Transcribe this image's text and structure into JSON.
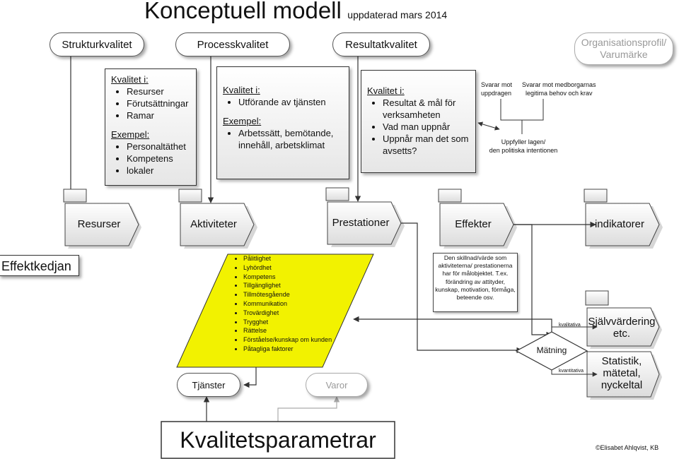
{
  "title": {
    "main": "Konceptuell modell",
    "sub": "uppdaterad mars 2014"
  },
  "top_pills": [
    {
      "label": "Strukturkvalitet"
    },
    {
      "label": "Processkvalitet"
    },
    {
      "label": "Resultatkvalitet"
    },
    {
      "label": "Organisationsprofil/\nVarumärke"
    }
  ],
  "box_struktur": {
    "heading": "Kvalitet i:",
    "items": [
      "Resurser",
      "Förutsättningar",
      "Ramar"
    ],
    "example_heading": "Exempel:",
    "examples": [
      "Personaltäthet",
      "Kompetens",
      "lokaler"
    ]
  },
  "box_process": {
    "heading": "Kvalitet i:",
    "items": [
      "Utförande av tjänsten"
    ],
    "example_heading": "Exempel:",
    "examples": [
      "Arbetssätt, bemötande, innehåll, arbetsklimat"
    ]
  },
  "box_resultat": {
    "heading": "Kvalitet i:",
    "items": [
      "Resultat & mål för verksamheten",
      "Vad man uppnår",
      "Uppnår man det som avsetts?"
    ]
  },
  "right_notes": {
    "left": "Svarar mot\nuppdragen",
    "right": "Svarar mot medborgarnas\nlegitima behov och krav",
    "bottom": "Uppfyller lagen/\nden politiska intentionen"
  },
  "chain": [
    {
      "label": "Resurser"
    },
    {
      "label": "Aktiviteter"
    },
    {
      "label": "Prestationer"
    },
    {
      "label": "Effekter"
    },
    {
      "label": "indikatorer"
    }
  ],
  "effektkedjan": "Effektkedjan",
  "effekter_note": "Den skillnad/värde som aktiviteterna/ prestationerna har för målobjektet. T.ex. förändring av attityder, kunskap, motivation, förmåga, beteende osv.",
  "parameters": [
    "Pålitlighet",
    "Lyhördhet",
    "Kompetens",
    "Tillgänglighet",
    "Tillmötesgående",
    "Kommunikation",
    "Trovärdighet",
    "Trygghet",
    "Rättelse",
    "Förståelse/kunskap om kunden",
    "Påtagliga faktorer"
  ],
  "tjanster": "Tjänster",
  "varor": "Varor",
  "matning": "Mätning",
  "kvalitativa": "kvalitativa",
  "kvantitativa": "kvantitativa",
  "outputs": [
    {
      "label": "Självvärdering\netc."
    },
    {
      "label": "Statistik,\nmätetal,\nnyckeltal"
    }
  ],
  "kvalitetsparametrar": "Kvalitetsparametrar",
  "credit": "©Elisabet Ahlqvist, KB",
  "colors": {
    "yellow": "#f2f200",
    "line": "#333333",
    "grey": "#999999"
  }
}
